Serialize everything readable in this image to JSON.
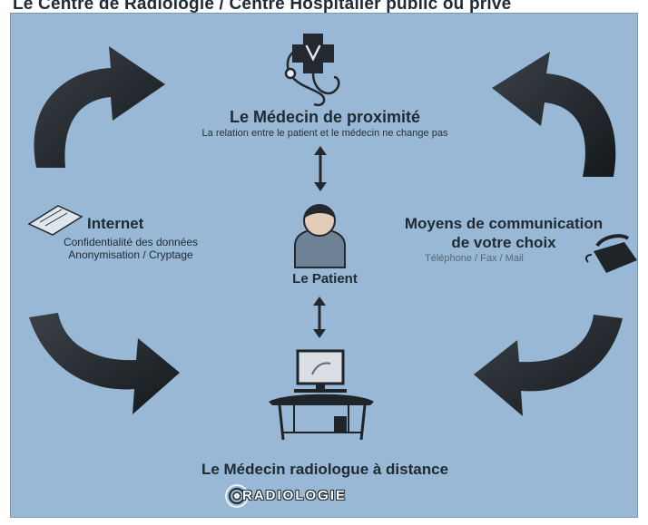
{
  "header": {
    "title": "Le Centre de Radiologie / Centre Hospitalier public ou privé"
  },
  "diagram": {
    "background_color": "#98b8d5",
    "arrow_color": "#1e2226",
    "proximite": {
      "title": "Le Médecin de proximité",
      "subtitle": "La relation entre le patient et le médecin ne change pas",
      "icon": "doctor-cross-stethoscope-icon"
    },
    "patient": {
      "title": "Le Patient",
      "icon": "patient-person-icon"
    },
    "internet": {
      "title": "Internet",
      "line1": "Confidentialité des données",
      "line2": "Anonymisation / Cryptage",
      "icon": "document-icon"
    },
    "communication": {
      "title_line1": "Moyens de communication",
      "title_line2": "de votre choix",
      "subtitle": "Téléphone / Fax / Mail",
      "icon": "telephone-icon"
    },
    "radiologue": {
      "title": "Le Médecin radiologue à distance",
      "icon": "computer-workstation-icon"
    },
    "logo": {
      "text": "RADIOLOGIE"
    }
  }
}
